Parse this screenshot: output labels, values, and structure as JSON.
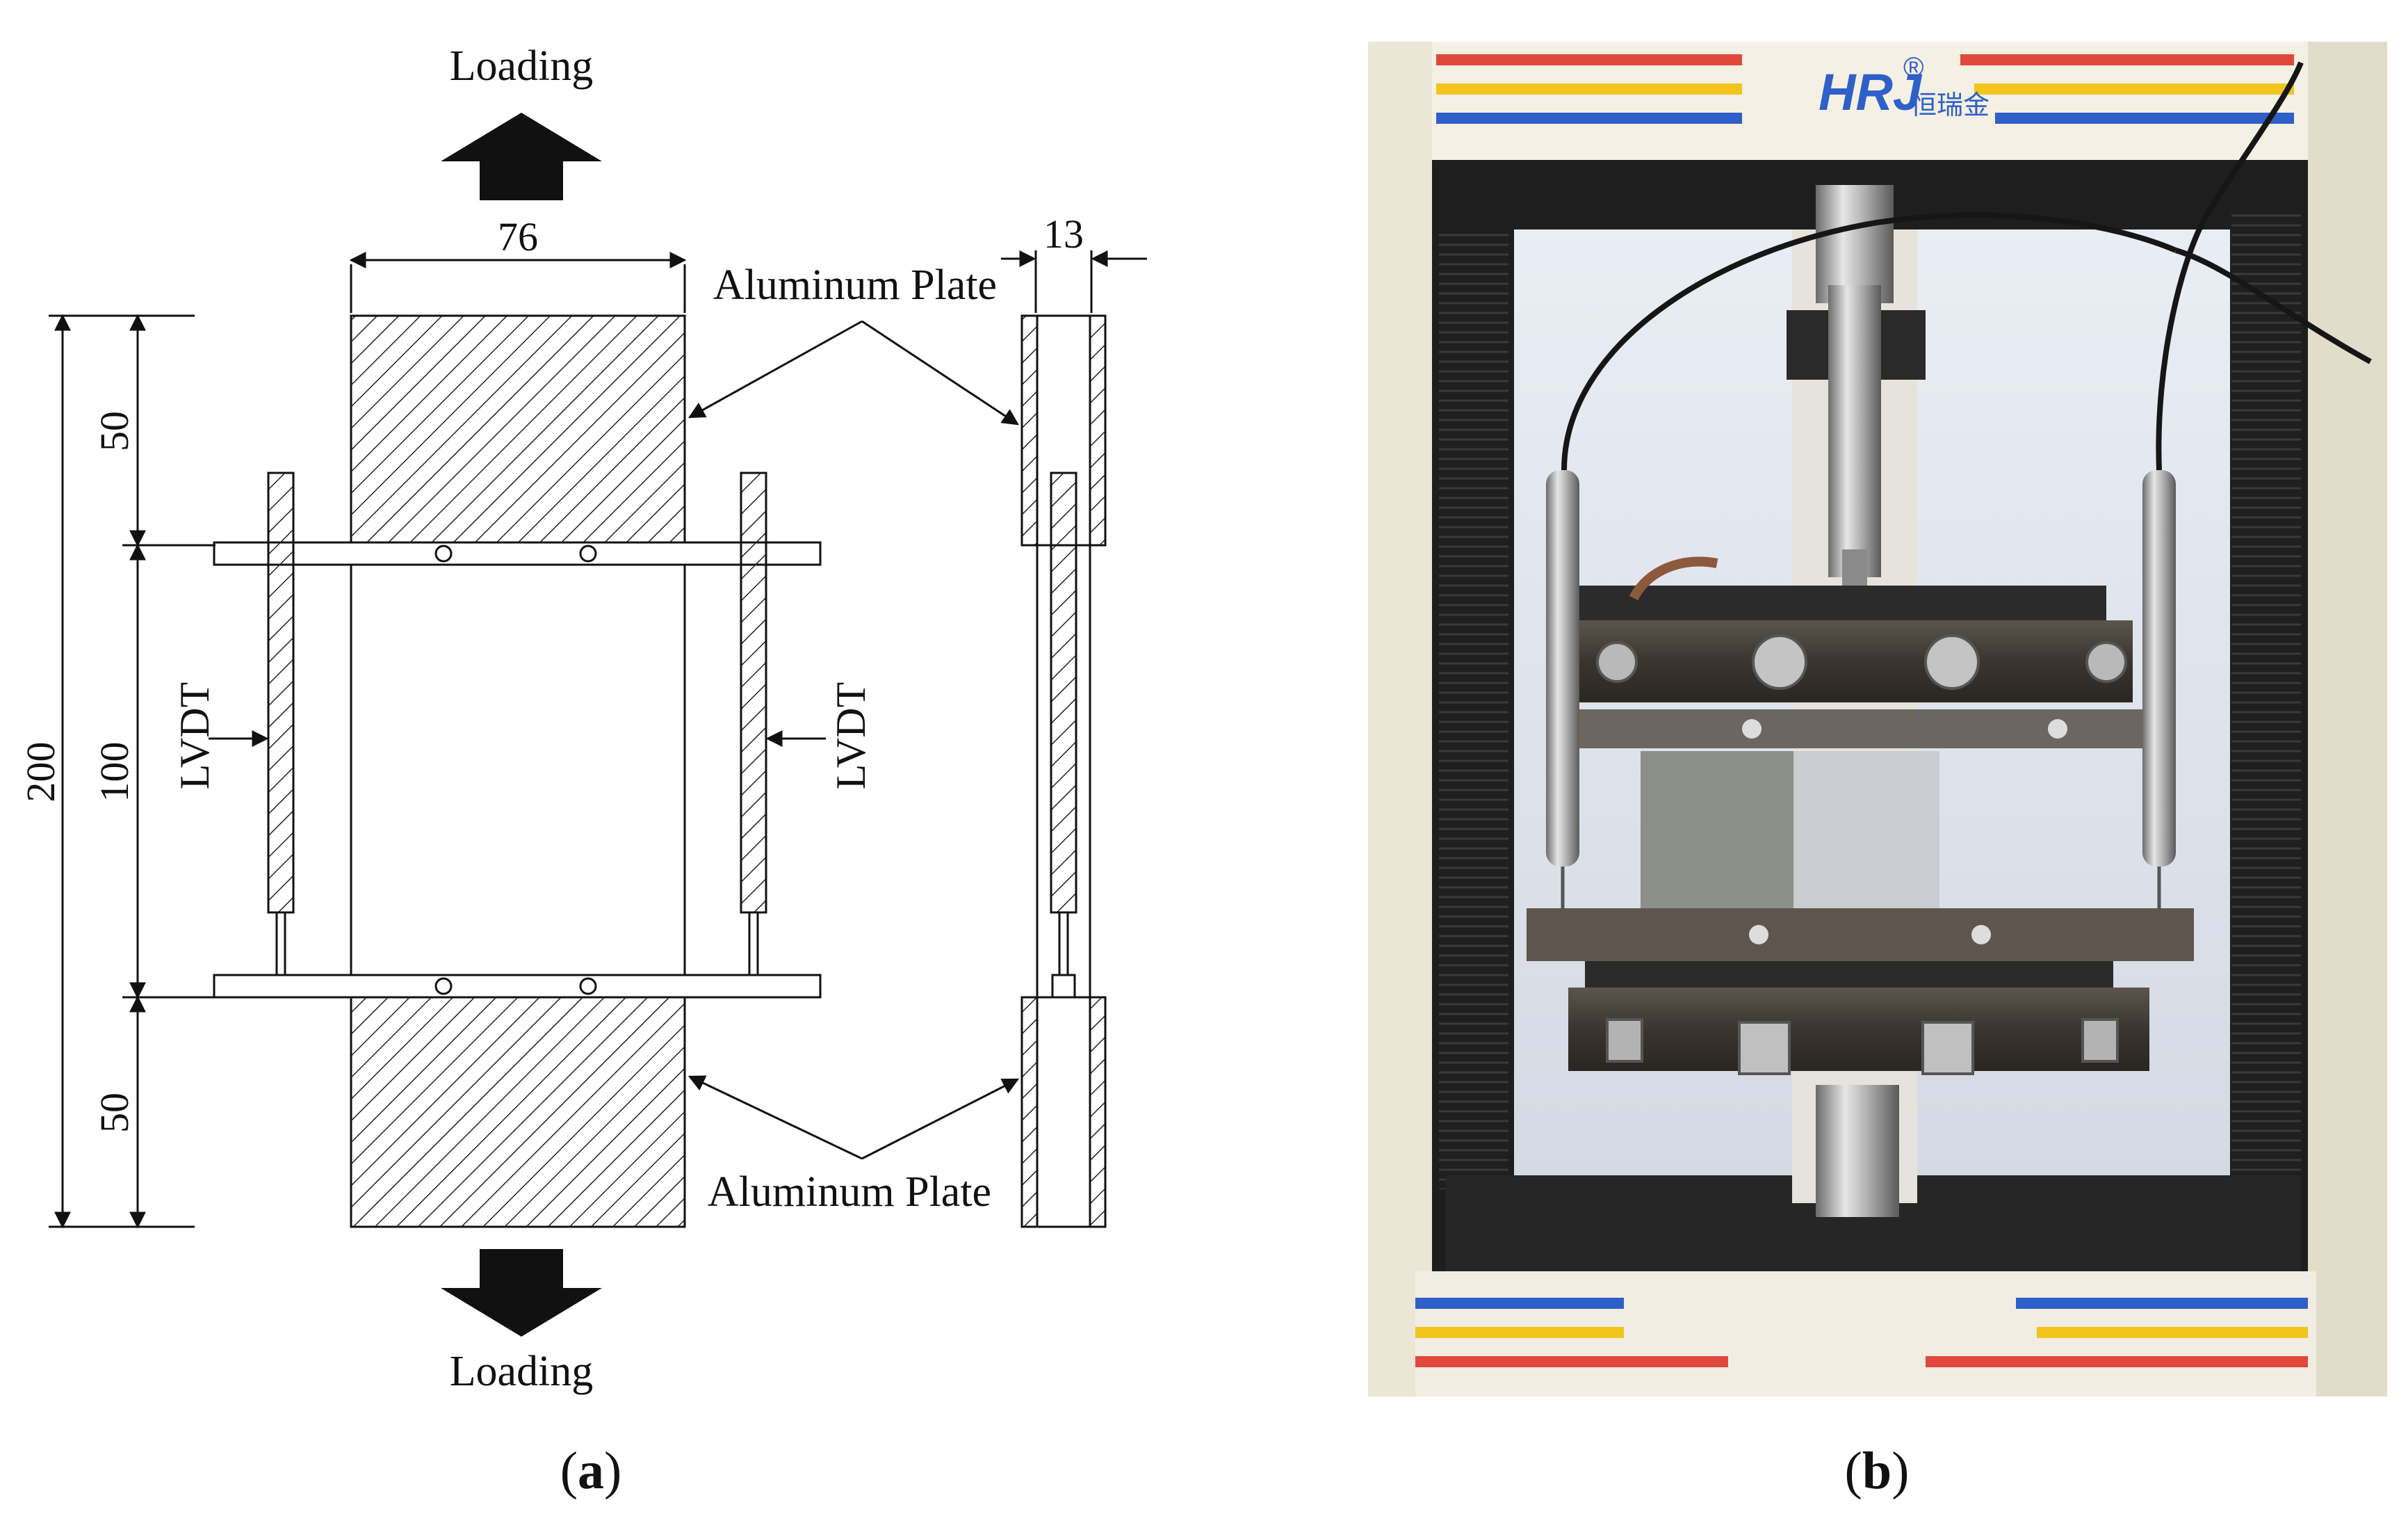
{
  "schematic": {
    "loading_top": "Loading",
    "loading_bottom": "Loading",
    "dim_width": "76",
    "dim_thickness": "13",
    "dim_total": "200",
    "dim_top": "50",
    "dim_mid": "100",
    "dim_bottom": "50",
    "plate_label_top": "Aluminum Plate",
    "plate_label_bottom": "Aluminum Plate",
    "lvdt_left": "LVDT",
    "lvdt_right": "LVDT"
  },
  "photo": {
    "logo_text": "HRJ",
    "logo_mark": "®",
    "logo_chinese": "恒瑞金"
  },
  "captions": {
    "a_open": "(",
    "a_letter": "a",
    "a_close": ")",
    "b_open": "(",
    "b_letter": "b",
    "b_close": ")"
  },
  "colors": {
    "stripe_red": "#e0483c",
    "stripe_yellow": "#f2c41c",
    "stripe_blue": "#2f5fc8",
    "frame_cream": "#ece6d6",
    "frame_black": "#1e1e1e"
  }
}
